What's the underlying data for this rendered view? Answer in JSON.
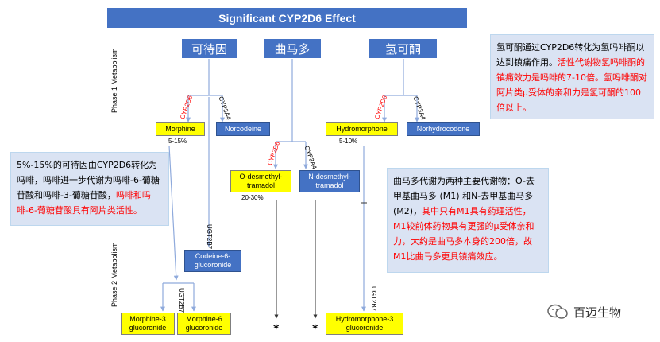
{
  "title": "Significant CYP2D6 Effect",
  "phase1_label": "Phase 1 Metabolism",
  "phase2_label": "Phase 2 Metabolism",
  "drugs": {
    "codeine": "可待因",
    "tramadol": "曲马多",
    "hydrocodone": "氢可酮"
  },
  "enzymes": {
    "cyp2d6": "CYP2D6",
    "cyp3a4": "CYP3A4",
    "ugt2b7": "UGT2B7"
  },
  "metabolites": {
    "morphine": "Morphine",
    "norcodeine": "Norcodeine",
    "hydromorphone": "Hydromorphone",
    "norhydrocodone": "Norhydrocodone",
    "o_desmethyl_1": "O-desmethyl-",
    "o_desmethyl_2": "tramadol",
    "n_desmethyl_1": "N-desmethyl-",
    "n_desmethyl_2": "tramadol",
    "codeine6g_1": "Codeine-6-",
    "codeine6g_2": "glucoronide",
    "m3g_1": "Morphine-3",
    "m3g_2": "glucoronide",
    "m6g_1": "Morphine-6",
    "m6g_2": "glucoronide",
    "h3g_1": "Hydromorphone-3",
    "h3g_2": "glucoronide"
  },
  "percents": {
    "morphine": "5-15%",
    "hydromorphone": "5-10%",
    "o_desmethyl": "20-30%"
  },
  "notes": {
    "hydrocodone_black": "氢可酮通过CYP2D6转化为氢吗啡酮以达到镇痛作用。",
    "hydrocodone_red": "活性代谢物氢吗啡酮的镇痛效力是吗啡的7-10倍。氢吗啡酮对阿片类μ受体的亲和力是氢可酮的100倍以上。",
    "codeine_black": "5%-15%的可待因由CYP2D6转化为吗啡，吗啡进一步代谢为吗啡-6-葡糖苷酸和吗啡-3-葡糖苷酸，",
    "codeine_red": "吗啡和吗啡-6-葡糖苷酸具有阿片类活性。",
    "tramadol_black": "曲马多代谢为两种主要代谢物：O-去甲基曲马多 (M1) 和N-去甲基曲马多 (M2)，",
    "tramadol_red": "其中只有M1具有药理活性，M1较前体药物具有更强的μ受体亲和力，大约是曲马多本身的200倍，故M1比曲马多更具镇痛效应。"
  },
  "stars": [
    "*",
    "*"
  ],
  "brand": "百迈生物"
}
